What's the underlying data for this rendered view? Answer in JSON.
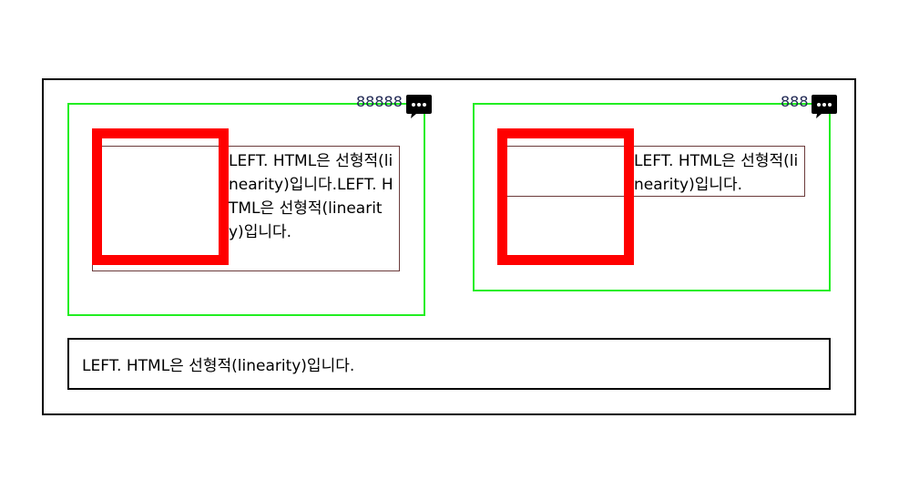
{
  "cards": [
    {
      "counter": "88888",
      "text": "LEFT. HTML은 선형적(linearity)입니다.LEFT. HTML은 선형적(linearity)입니다."
    },
    {
      "counter": "888",
      "text": "LEFT. HTML은 선형적(linearity)입니다."
    }
  ],
  "bottom": {
    "text": "LEFT. HTML은 선형적(linearity)입니다."
  },
  "icons": {
    "comment": "chat-bubble-ellipsis-icon"
  },
  "colors": {
    "card_border": "#22ee22",
    "highlight_border": "#ff0000",
    "frame_border": "#000000"
  }
}
